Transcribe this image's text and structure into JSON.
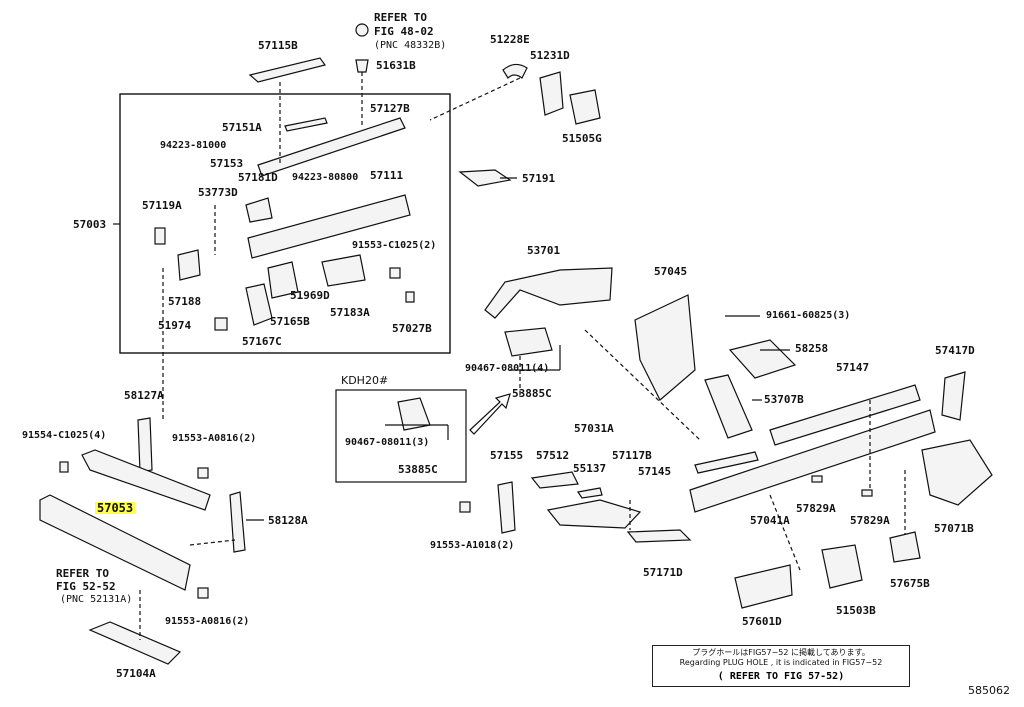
{
  "figure_number": "585062",
  "variant_label": "KDH20#",
  "refs": {
    "fig4802": [
      "REFER TO",
      "FIG 48-02",
      "(PNC 48332B)"
    ],
    "fig5252": [
      "REFER TO",
      "FIG 52-52",
      "(PNC 52131A)"
    ]
  },
  "note": {
    "line1": "プラグホールはFIG57−52 に掲載してあります。",
    "line2": "Regarding PLUG HOLE , it is indicated in FIG57−52",
    "line3": "( REFER TO FIG 57-52)"
  },
  "colors": {
    "highlight": "#ffff4d",
    "ink": "#111111"
  },
  "parts": {
    "p57115B": "57115B",
    "p51631B": "51631B",
    "p51228E": "51228E",
    "p51231D": "51231D",
    "p57127B": "57127B",
    "p57151A": "57151A",
    "p51505G": "51505G",
    "p94223_81000": "94223-81000",
    "p57153": "57153",
    "p57181D": "57181D",
    "p94223_80800": "94223-80800",
    "p57111": "57111",
    "p57191": "57191",
    "p53773D": "53773D",
    "p57119A": "57119A",
    "p57003": "57003",
    "p91553_C1025": "91553-C1025(2)",
    "p53701": "53701",
    "p57045": "57045",
    "p57188": "57188",
    "p51969D": "51969D",
    "p57183A": "57183A",
    "p57165B": "57165B",
    "p57027B": "57027B",
    "p91661_60825": "91661-60825(3)",
    "p51974": "51974",
    "p57167C": "57167C",
    "p58258": "58258",
    "p57417D": "57417D",
    "p90467_08011_4": "90467-08011(4)",
    "p53885C_a": "53885C",
    "p57147": "57147",
    "p57707B": "53707B",
    "p58127A": "58127A",
    "p91554_C1025": "91554-C1025(4)",
    "p91553_A0816_a": "91553-A0816(2)",
    "p90467_08011_3": "90467-08011(3)",
    "p53885C_b": "53885C",
    "p57031A": "57031A",
    "p57155": "57155",
    "p57512": "57512",
    "p55137": "55137",
    "p57117B": "57117B",
    "p57145": "57145",
    "p57053": "57053",
    "p58128A": "58128A",
    "p57041A": "57041A",
    "p57829A_a": "57829A",
    "p57829A_b": "57829A",
    "p57071B": "57071B",
    "p91553_A1018": "91553-A1018(2)",
    "p57171D": "57171D",
    "p57675B": "57675B",
    "p91553_A0816_b": "91553-A0816(2)",
    "p57601D": "57601D",
    "p51503B": "51503B",
    "p57104A": "57104A"
  }
}
